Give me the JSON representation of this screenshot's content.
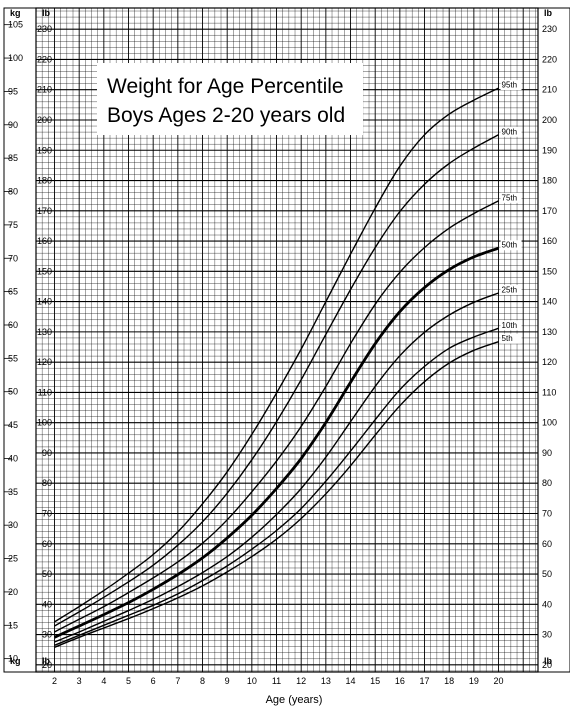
{
  "chart_data": {
    "type": "line",
    "title_lines": [
      "Weight for Age Percentile",
      "Boys Ages 2-20 years old"
    ],
    "xlabel": "Age (years)",
    "x_ticks": [
      2,
      3,
      4,
      5,
      6,
      7,
      8,
      9,
      10,
      11,
      12,
      13,
      14,
      15,
      16,
      17,
      18,
      19,
      20
    ],
    "xlim": [
      1.25,
      21.6
    ],
    "kg_range": [
      8,
      107.5
    ],
    "kg_ticks": [
      10,
      15,
      20,
      25,
      30,
      35,
      40,
      45,
      50,
      55,
      60,
      65,
      70,
      75,
      80,
      85,
      90,
      95,
      100,
      105
    ],
    "lb_ticks": [
      20,
      30,
      40,
      50,
      60,
      70,
      80,
      90,
      100,
      110,
      120,
      130,
      140,
      150,
      160,
      170,
      180,
      190,
      200,
      210,
      220,
      230
    ],
    "unit_kg": "kg",
    "unit_lb": "lb",
    "grid": true,
    "series_x": [
      2,
      3,
      4,
      5,
      6,
      7,
      8,
      9,
      10,
      11,
      12,
      13,
      14,
      15,
      16,
      17,
      18,
      19,
      20
    ],
    "series": [
      {
        "name": "95th",
        "values": [
          15.5,
          17.8,
          20.2,
          22.8,
          25.6,
          29.0,
          33.2,
          38.0,
          43.6,
          49.8,
          56.4,
          63.5,
          70.6,
          77.5,
          83.8,
          88.5,
          91.6,
          93.7,
          95.5
        ],
        "bold": false
      },
      {
        "name": "90th",
        "values": [
          14.9,
          17.0,
          19.2,
          21.5,
          24.0,
          27.0,
          30.5,
          34.8,
          39.8,
          45.5,
          51.8,
          58.6,
          65.3,
          71.6,
          77.0,
          81.1,
          84.2,
          86.5,
          88.5
        ],
        "bold": false
      },
      {
        "name": "75th",
        "values": [
          14.0,
          15.9,
          17.8,
          19.9,
          22.1,
          24.5,
          27.3,
          30.8,
          35.0,
          39.6,
          44.8,
          50.8,
          57.2,
          63.1,
          67.9,
          71.6,
          74.5,
          76.7,
          78.6
        ],
        "bold": false
      },
      {
        "name": "50th",
        "values": [
          13.2,
          14.9,
          16.6,
          18.4,
          20.4,
          22.6,
          25.1,
          28.1,
          31.5,
          35.5,
          40.0,
          45.4,
          51.4,
          57.2,
          62.0,
          65.6,
          68.3,
          70.2,
          71.5
        ],
        "bold": true
      },
      {
        "name": "25th",
        "values": [
          12.5,
          14.0,
          15.6,
          17.2,
          18.9,
          20.8,
          22.9,
          25.3,
          28.2,
          31.6,
          35.5,
          40.2,
          45.5,
          50.8,
          55.4,
          58.9,
          61.5,
          63.4,
          64.8
        ],
        "bold": false
      },
      {
        "name": "10th",
        "values": [
          12.0,
          13.5,
          15.0,
          16.5,
          18.0,
          19.7,
          21.7,
          23.9,
          26.4,
          29.2,
          32.5,
          36.6,
          41.1,
          45.8,
          50.3,
          53.8,
          56.5,
          58.2,
          59.5
        ],
        "bold": false
      },
      {
        "name": "5th",
        "values": [
          11.7,
          13.2,
          14.6,
          16.0,
          17.5,
          19.1,
          20.9,
          23.0,
          25.3,
          27.9,
          31.0,
          34.7,
          38.9,
          43.5,
          47.9,
          51.5,
          54.3,
          56.2,
          57.5
        ],
        "bold": false
      }
    ]
  }
}
